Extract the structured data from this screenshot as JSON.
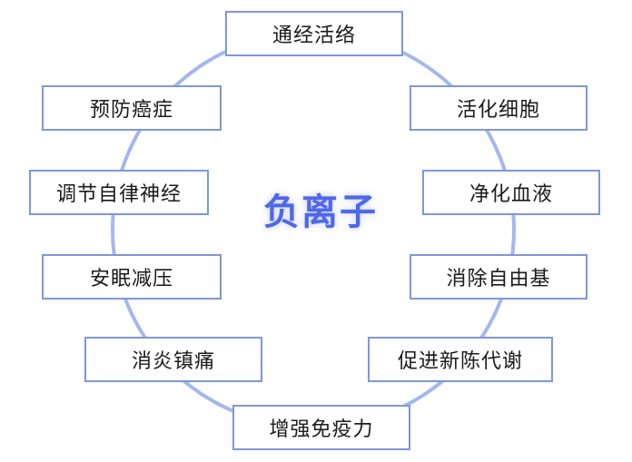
{
  "center": {
    "label": "负离子"
  },
  "benefits": {
    "top": "通经活络",
    "right_1": "活化细胞",
    "right_2": "净化血液",
    "right_3": "消除自由基",
    "right_4": "促进新陈代谢",
    "bottom": "增强免疫力",
    "left_4": "消炎镇痛",
    "left_3": "安眠减压",
    "left_2": "调节自律神经",
    "left_1": "预防癌症"
  },
  "colors": {
    "ring": "#a4b7ee",
    "box_border": "#7e97dc",
    "center_text": "#4f68e8"
  }
}
